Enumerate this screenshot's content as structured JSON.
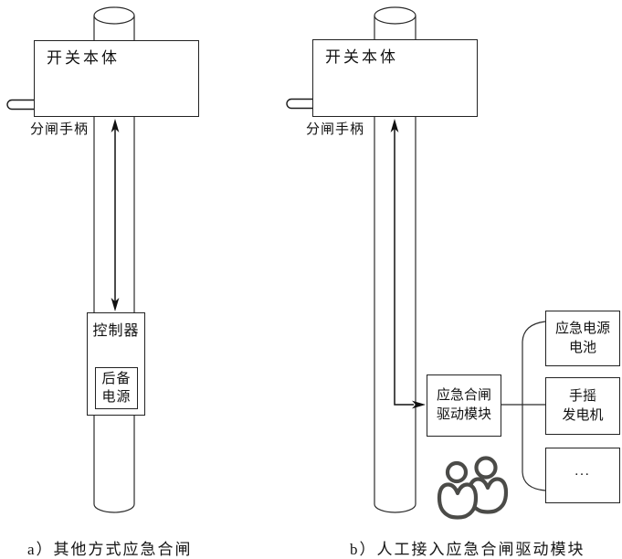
{
  "diagram_a": {
    "switch_body_label": "开关本体",
    "handle_label": "分闸手柄",
    "controller_label": "控制器",
    "backup_power_line1": "后备",
    "backup_power_line2": "电源",
    "caption": "a）其他方式应急合闸"
  },
  "diagram_b": {
    "switch_body_label": "开关本体",
    "handle_label": "分闸手柄",
    "drive_module_line1": "应急合闸",
    "drive_module_line2": "驱动模块",
    "power_options": [
      {
        "line1": "应急电源",
        "line2": "电池"
      },
      {
        "line1": "手摇",
        "line2": "发电机"
      },
      {
        "line1": "...",
        "line2": ""
      }
    ],
    "caption": "b）人工接入应急合闸驱动模块"
  },
  "colors": {
    "line": "#222222",
    "green_arrow": "#4cae50",
    "people_icon": "#4b4b48"
  }
}
